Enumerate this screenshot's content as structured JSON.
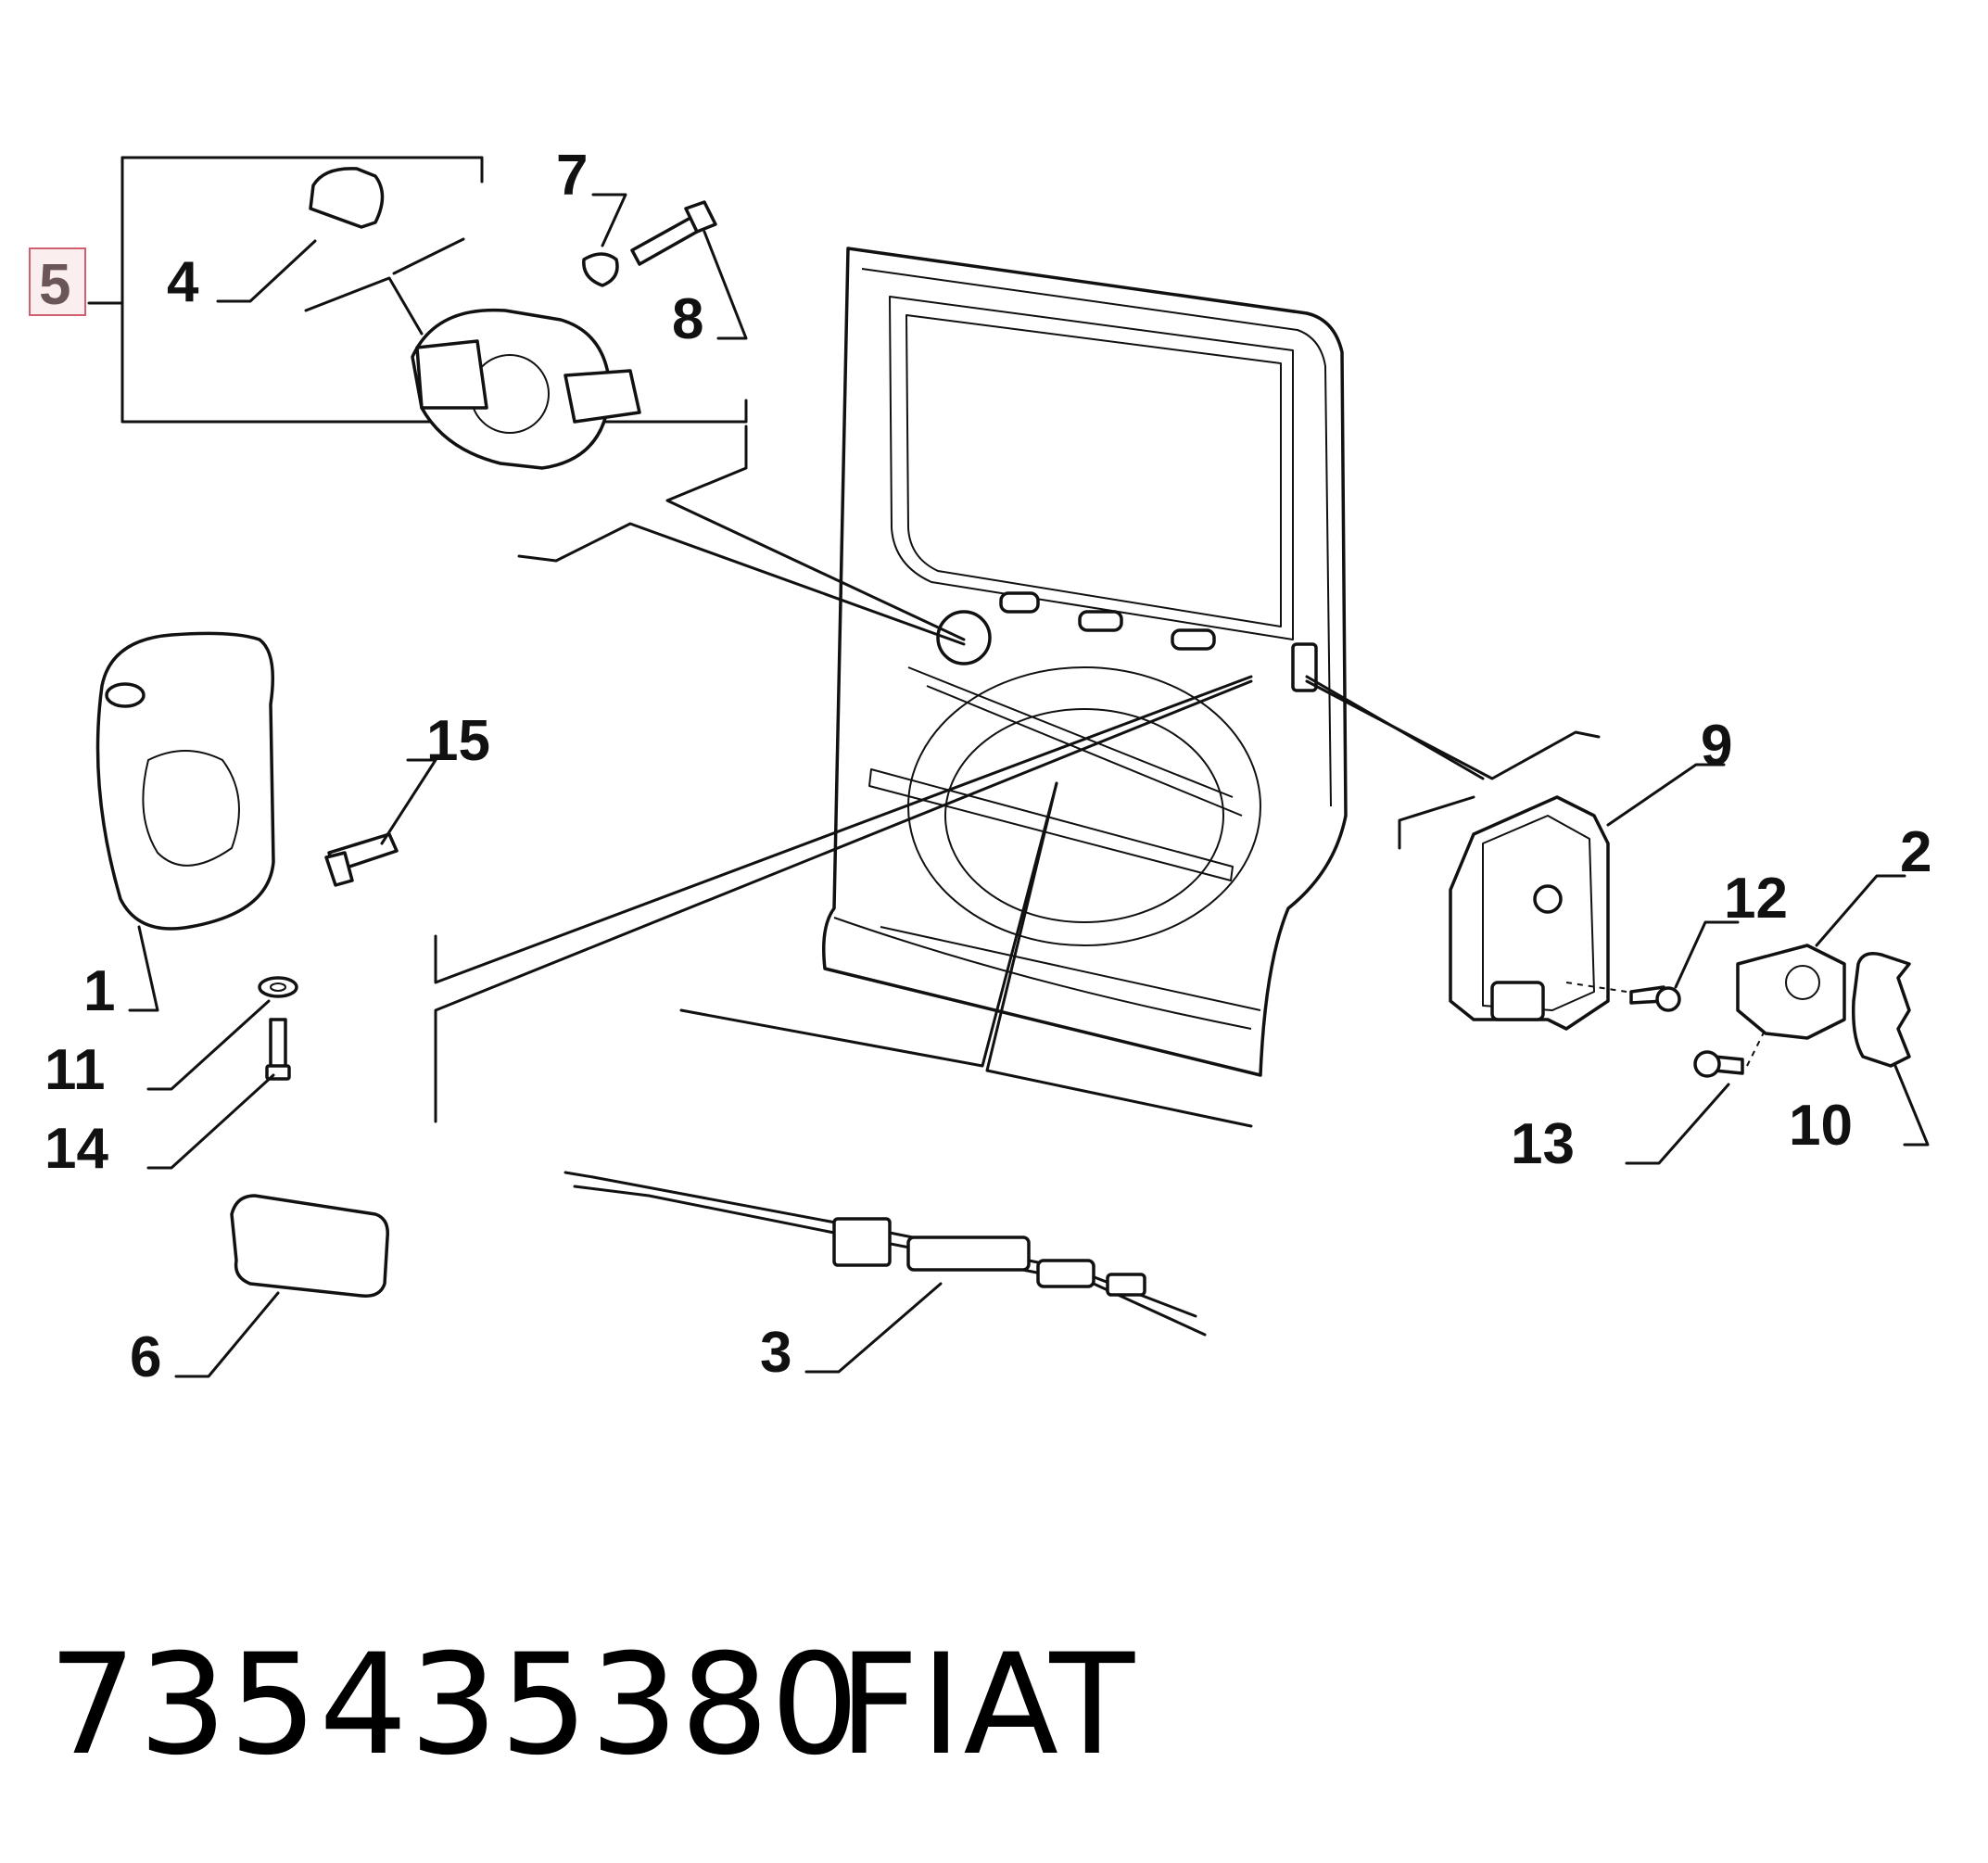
{
  "diagram": {
    "highlighted_callout": "5",
    "highlight_color": "#d06070",
    "callouts": [
      {
        "id": "c1",
        "label": "1"
      },
      {
        "id": "c2",
        "label": "2"
      },
      {
        "id": "c3",
        "label": "3"
      },
      {
        "id": "c4",
        "label": "4"
      },
      {
        "id": "c5",
        "label": "5"
      },
      {
        "id": "c6",
        "label": "6"
      },
      {
        "id": "c7",
        "label": "7"
      },
      {
        "id": "c8",
        "label": "8"
      },
      {
        "id": "c9",
        "label": "9"
      },
      {
        "id": "c10",
        "label": "10"
      },
      {
        "id": "c11",
        "label": "11"
      },
      {
        "id": "c12",
        "label": "12"
      },
      {
        "id": "c13",
        "label": "13"
      },
      {
        "id": "c14",
        "label": "14"
      },
      {
        "id": "c15",
        "label": "15"
      }
    ]
  },
  "footer": {
    "part_number": "735435380",
    "brand": "FIAT"
  }
}
